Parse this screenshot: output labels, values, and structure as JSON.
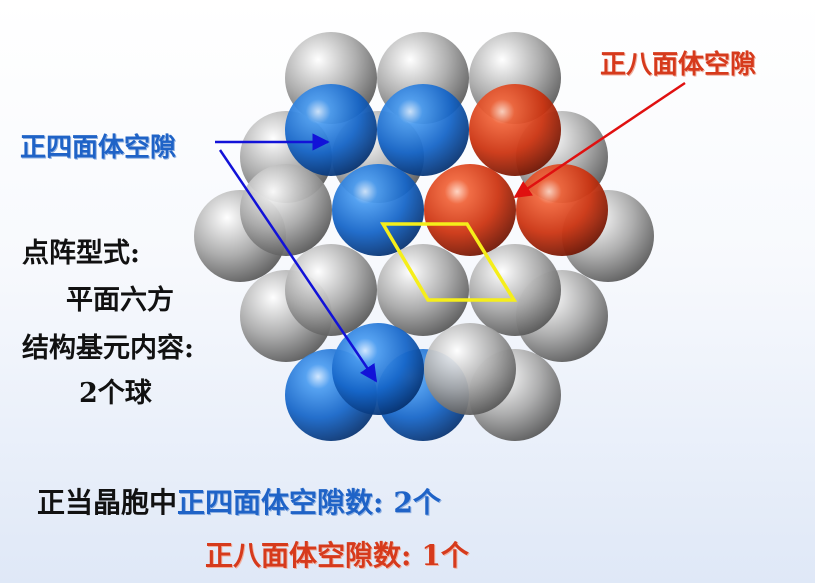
{
  "labels": {
    "octahedral_void": "正八面体空隙",
    "tetrahedral_void": "正四面体空隙",
    "lattice_type_title": "点阵型式:",
    "lattice_type_value": "平面六方",
    "basis_title": "结构基元内容:",
    "basis_value": "2个球",
    "count_prefix": "正当晶胞中",
    "count_tetra_name": "正四面体空隙数:",
    "count_tetra_value": "2个",
    "count_octa_name": "正八面体空隙数:",
    "count_octa_value": "1个"
  },
  "colors": {
    "gray_sphere": "#9a9a9a",
    "blue_sphere": "#1e6fd0",
    "red_sphere": "#d83a14",
    "unit_cell_outline": "#f5ee1a",
    "blue_arrow": "#1212d8",
    "red_arrow": "#e01010"
  }
}
